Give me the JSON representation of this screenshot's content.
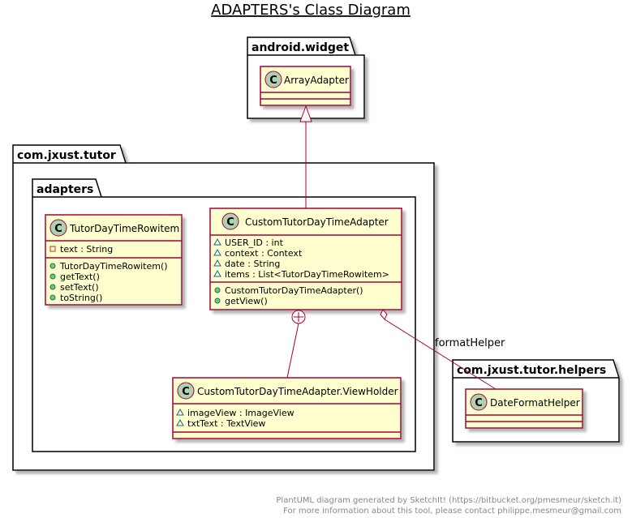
{
  "title": "ADAPTERS's Class Diagram",
  "colors": {
    "class_fill": "#FEFECE",
    "class_border": "#A80036",
    "circle_fill": "#ADD1B2",
    "package_fill": "#FFFFFF",
    "package_border": "#000000",
    "shadow": "#B4B4B4",
    "footer_text": "#888888"
  },
  "packages": {
    "android_widget": {
      "name": "android.widget"
    },
    "com_jxust_tutor": {
      "name": "com.jxust.tutor"
    },
    "adapters": {
      "name": "adapters"
    },
    "helpers": {
      "name": "com.jxust.tutor.helpers"
    }
  },
  "classes": {
    "array_adapter": {
      "stereotype_letter": "C",
      "name": "ArrayAdapter"
    },
    "tutor_row_item": {
      "stereotype_letter": "C",
      "name": "TutorDayTimeRowitem",
      "fields": [
        {
          "visibility": "private",
          "text": "text : String"
        }
      ],
      "methods": [
        {
          "visibility": "public",
          "text": "TutorDayTimeRowitem()"
        },
        {
          "visibility": "public",
          "text": "getText()"
        },
        {
          "visibility": "public",
          "text": "setText()"
        },
        {
          "visibility": "public",
          "text": "toString()"
        }
      ]
    },
    "custom_adapter": {
      "stereotype_letter": "C",
      "name": "CustomTutorDayTimeAdapter",
      "fields": [
        {
          "visibility": "package",
          "text": "USER_ID : int"
        },
        {
          "visibility": "package",
          "text": "context : Context"
        },
        {
          "visibility": "package",
          "text": "date : String"
        },
        {
          "visibility": "package",
          "text": "items : List<TutorDayTimeRowitem>"
        }
      ],
      "methods": [
        {
          "visibility": "public",
          "text": "CustomTutorDayTimeAdapter()"
        },
        {
          "visibility": "public",
          "text": "getView()"
        }
      ]
    },
    "view_holder": {
      "stereotype_letter": "C",
      "name": "CustomTutorDayTimeAdapter.ViewHolder",
      "fields": [
        {
          "visibility": "package",
          "text": "imageView : ImageView"
        },
        {
          "visibility": "package",
          "text": "txtText : TextView"
        }
      ]
    },
    "date_format_helper": {
      "stereotype_letter": "C",
      "name": "DateFormatHelper"
    }
  },
  "relations": {
    "format_helper_label": "formatHelper"
  },
  "footer": {
    "line1": "PlantUML diagram generated by SketchIt! (https://bitbucket.org/pmesmeur/sketch.it)",
    "line2": "For more information about this tool, please contact philippe.mesmeur@gmail.com"
  }
}
